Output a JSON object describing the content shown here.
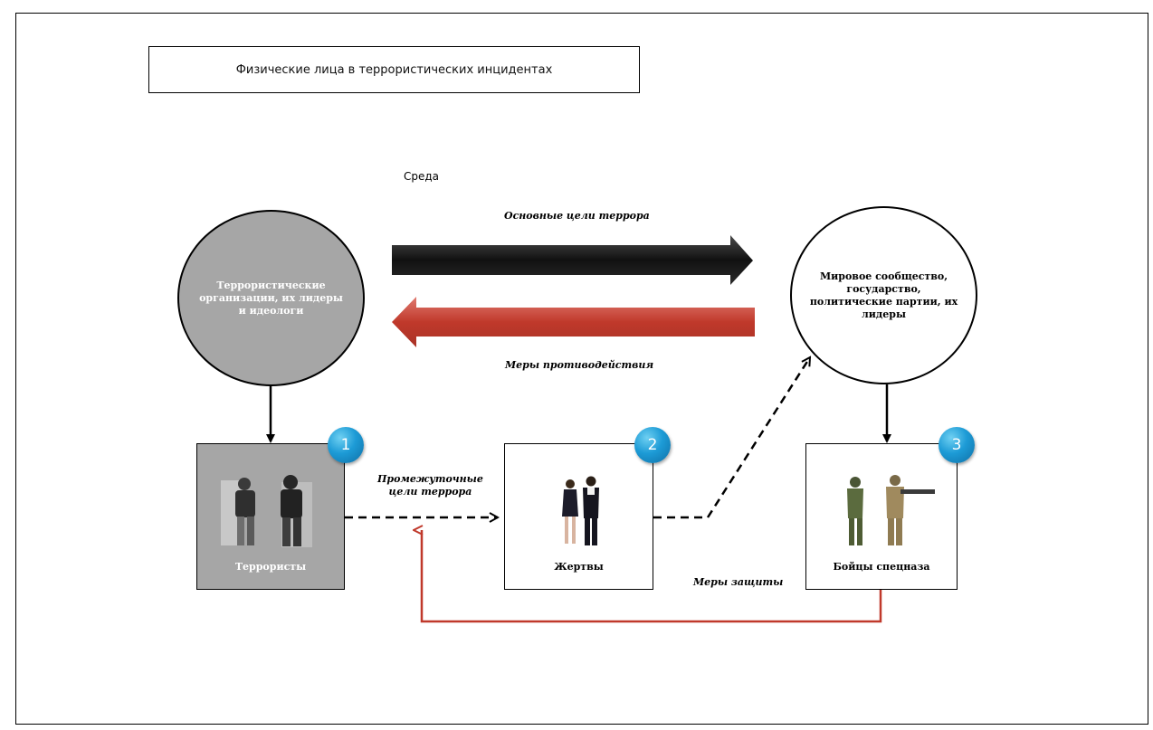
{
  "title": "Физические  лица в террористических инцидентах",
  "environment_label": "Среда",
  "arrows": {
    "top_label": "Основные цели террора",
    "bottom_label": "Меры противодействия",
    "mid_label_line1": "Промежуточные",
    "mid_label_line2": "цели террора",
    "protection_label": "Меры защиты"
  },
  "nodes": {
    "left_circle_text": "Террористические организации, их лидеры и идеологи",
    "right_circle_text": "Мировое сообщество, государство, политические партии, их лидеры",
    "box1_caption": "Террористы",
    "box2_caption": "Жертвы",
    "box3_caption": "Бойцы спецназа"
  },
  "badges": {
    "b1": "1",
    "b2": "2",
    "b3": "3"
  },
  "colors": {
    "black_arrow": "#1a1a1a",
    "red_arrow": "#c0392b",
    "badge": "#1d9bd6",
    "left_circle_fill": "#a6a6a6",
    "box1_fill": "#a6a6a6"
  }
}
